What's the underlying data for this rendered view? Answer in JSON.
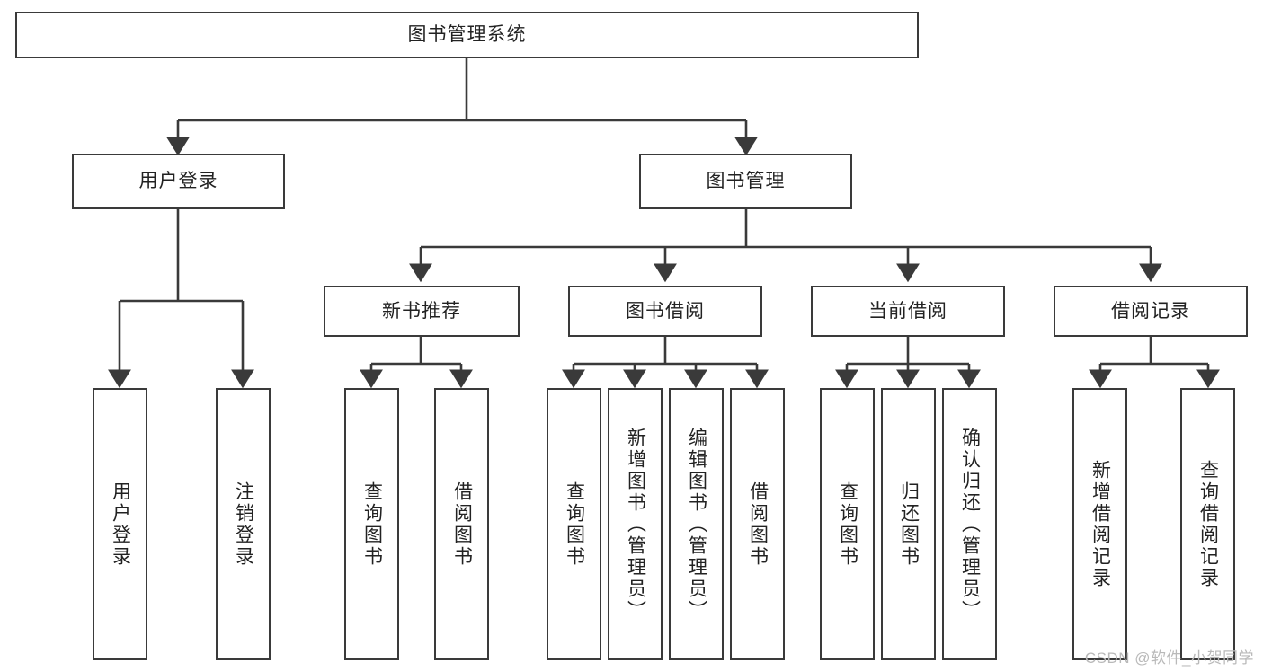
{
  "diagram": {
    "title": "图书管理系统",
    "type": "tree-hierarchy-chart",
    "stroke_color": "#3a3a3a",
    "background_color": "#ffffff",
    "text_color": "#222222"
  },
  "root": {
    "label": "图书管理系统"
  },
  "level2": [
    {
      "label": "用户登录"
    },
    {
      "label": "图书管理"
    }
  ],
  "level3": [
    {
      "label": "新书推荐"
    },
    {
      "label": "图书借阅"
    },
    {
      "label": "当前借阅"
    },
    {
      "label": "借阅记录"
    }
  ],
  "leaves": {
    "user_login": [
      {
        "label": "用户登录"
      },
      {
        "label": "注销登录"
      }
    ],
    "new_book": [
      {
        "label": "查询图书"
      },
      {
        "label": "借阅图书"
      }
    ],
    "book_borrow": [
      {
        "label": "查询图书"
      },
      {
        "label": "新增图书（管理员）"
      },
      {
        "label": "编辑图书（管理员）"
      },
      {
        "label": "借阅图书"
      }
    ],
    "current_borrow": [
      {
        "label": "查询图书"
      },
      {
        "label": "归还图书"
      },
      {
        "label": "确认归还（管理员）"
      }
    ],
    "borrow_record": [
      {
        "label": "新增借阅记录"
      },
      {
        "label": "查询借阅记录"
      }
    ]
  },
  "watermark": {
    "text": "CSDN @软件_小贺同学"
  }
}
